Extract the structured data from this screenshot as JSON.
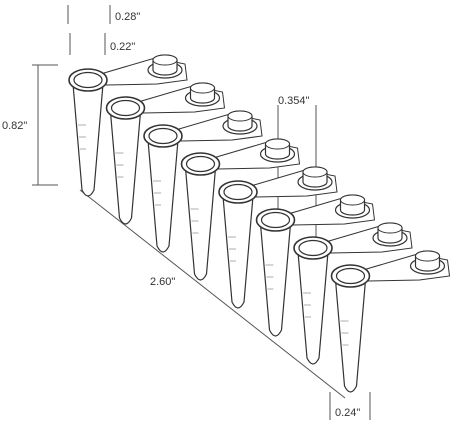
{
  "figure": {
    "labels": {
      "tube_height": "0.82\"",
      "cap_width": "0.28\"",
      "rim_width": "0.22\"",
      "tube_pitch": "0.354\"",
      "strip_length": "2.60\"",
      "tip_width": "0.24\""
    },
    "tube_count": 8,
    "colors": {
      "ink": "#333333",
      "dimension": "#555555",
      "background": "#ffffff"
    }
  }
}
